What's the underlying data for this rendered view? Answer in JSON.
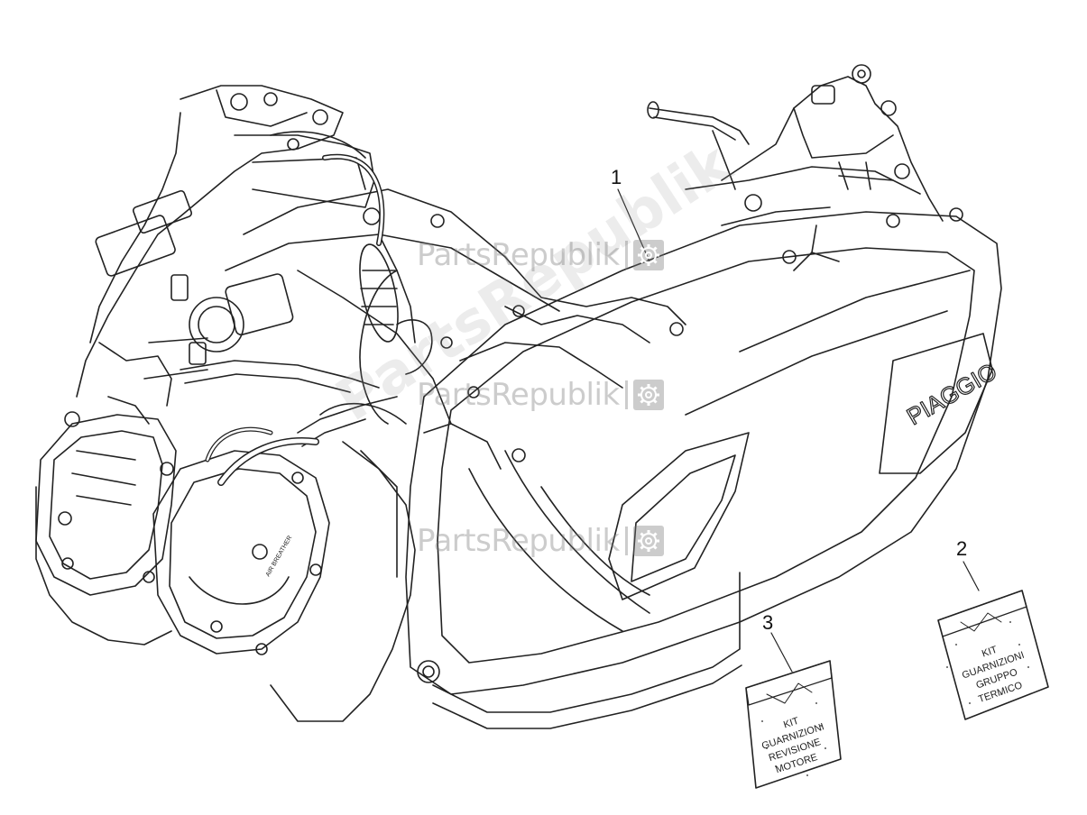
{
  "watermark": {
    "text": "PartsRepublik",
    "color": "#8a8a8a"
  },
  "callouts": [
    {
      "id": "1",
      "label": "1"
    },
    {
      "id": "2",
      "label": "2"
    },
    {
      "id": "3",
      "label": "3"
    }
  ],
  "engine": {
    "cover_logo": "PIAGGIO",
    "air_breather_label": "AIR BREATHER"
  },
  "kits": {
    "kit2": {
      "lines": [
        "KIT",
        "GUARNIZIONI",
        "GRUPPO",
        "TERMICO"
      ]
    },
    "kit3": {
      "lines": [
        "KIT",
        "GUARNIZIONI",
        "REVISIONE",
        "MOTORE"
      ]
    }
  }
}
